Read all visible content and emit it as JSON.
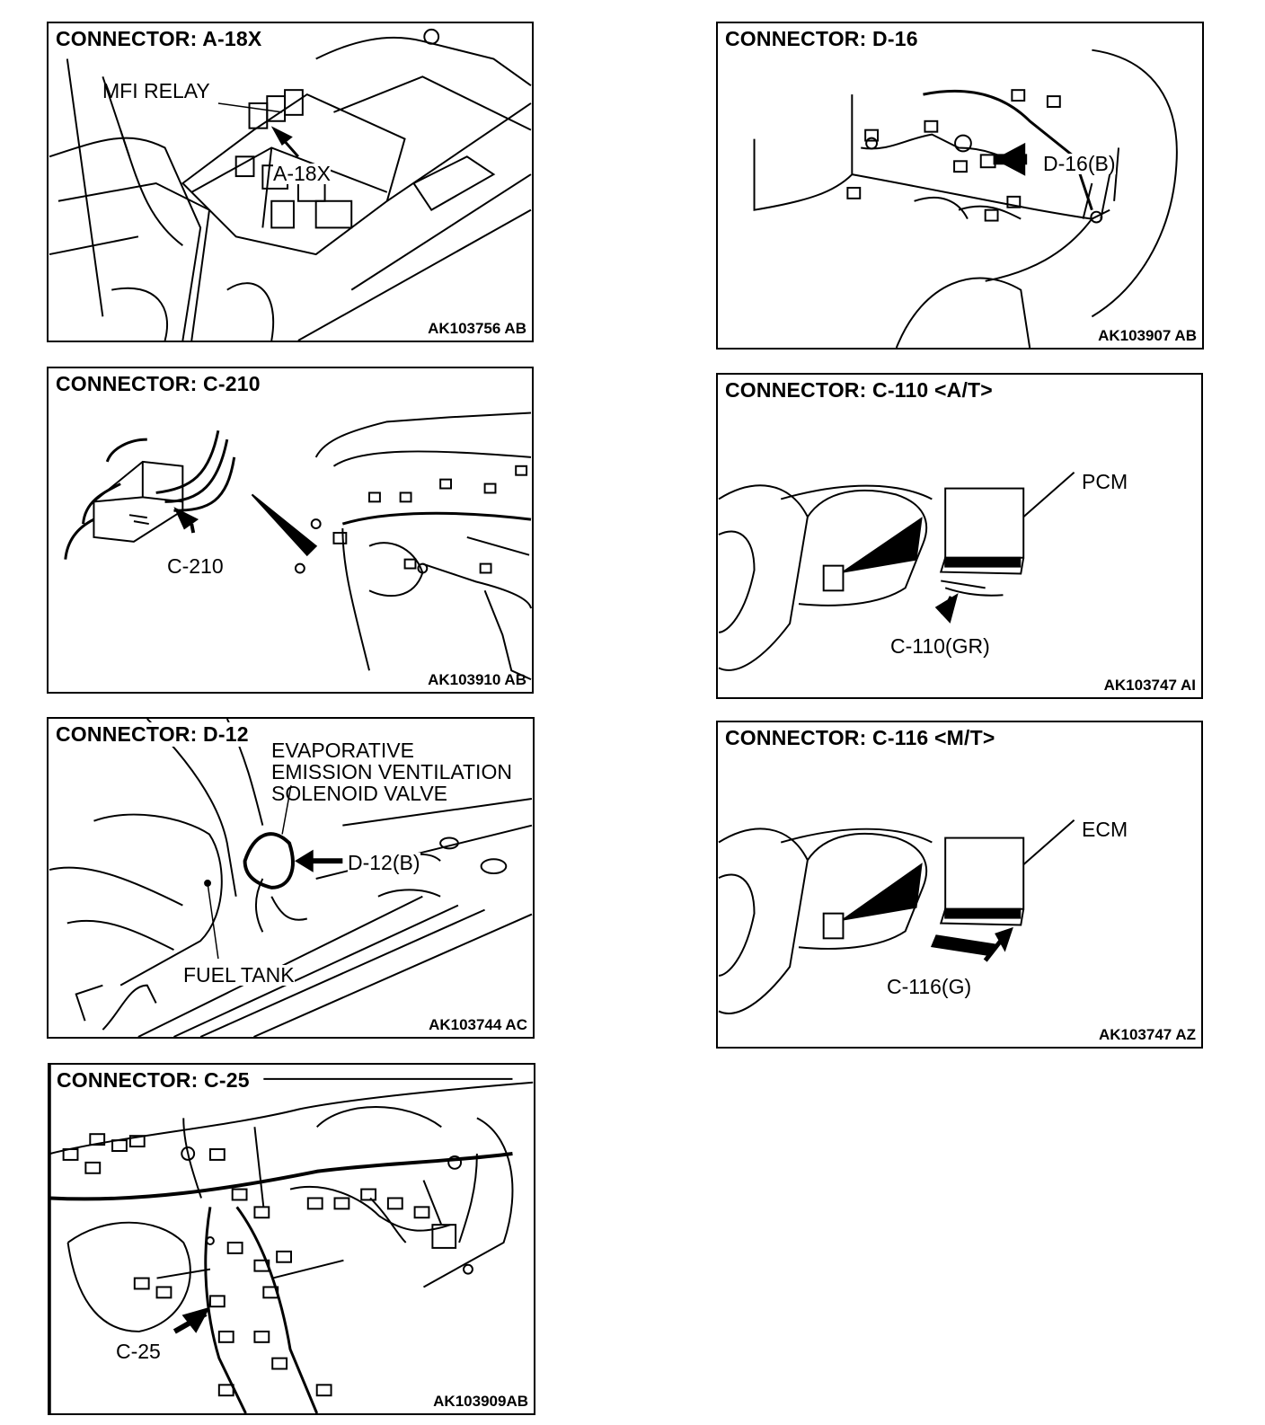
{
  "panels": [
    {
      "id": "a18x",
      "title": "CONNECTOR: A-18X",
      "figure": "AK103756 AB",
      "labels": {
        "relay": "MFI RELAY",
        "connector": "A-18X"
      }
    },
    {
      "id": "d16",
      "title": "CONNECTOR: D-16",
      "figure": "AK103907 AB",
      "labels": {
        "connector": "D-16(B)"
      }
    },
    {
      "id": "c210",
      "title": "CONNECTOR: C-210",
      "figure": "AK103910 AB",
      "labels": {
        "connector": "C-210"
      }
    },
    {
      "id": "c110",
      "title": "CONNECTOR: C-110 <A/T>",
      "figure": "AK103747 AI",
      "labels": {
        "module": "PCM",
        "connector": "C-110(GR)"
      }
    },
    {
      "id": "d12",
      "title": "CONNECTOR: D-12",
      "figure": "AK103744 AC",
      "labels": {
        "valve_line1": "EVAPORATIVE",
        "valve_line2": "EMISSION VENTILATION",
        "valve_line3": "SOLENOID VALVE",
        "connector": "D-12(B)",
        "tank": "FUEL TANK"
      }
    },
    {
      "id": "c116",
      "title": "CONNECTOR: C-116 <M/T>",
      "figure": "AK103747 AZ",
      "labels": {
        "module": "ECM",
        "connector": "C-116(G)"
      }
    },
    {
      "id": "c25",
      "title": "CONNECTOR: C-25",
      "figure": "AK103909AB",
      "labels": {
        "connector": "C-25"
      }
    }
  ]
}
